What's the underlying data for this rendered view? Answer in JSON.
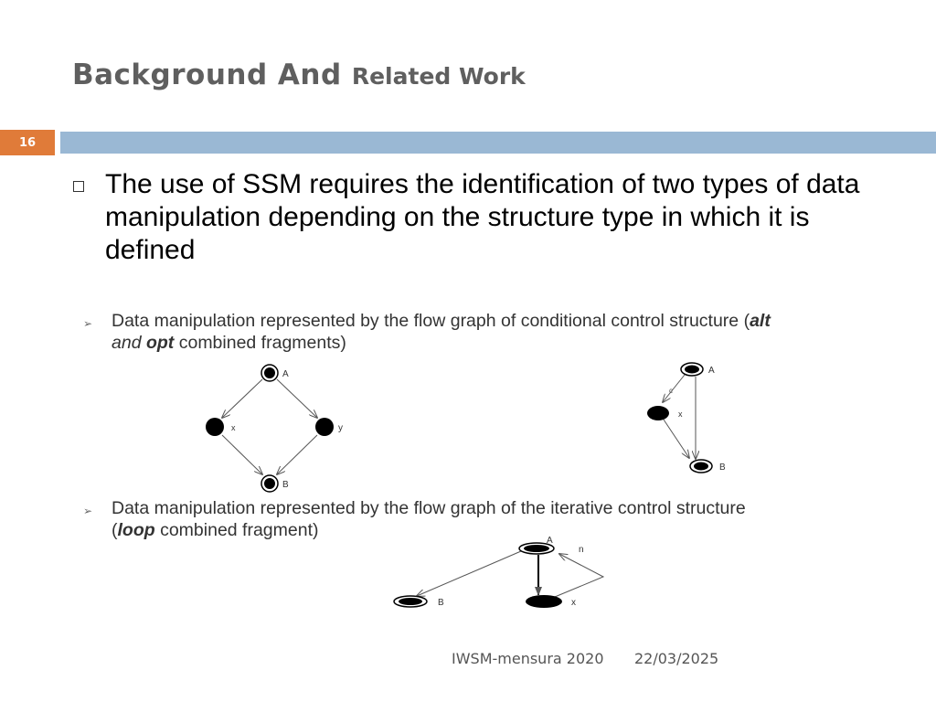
{
  "slide": {
    "title_part1": "Background And",
    "title_part2": "Related Work",
    "slide_number": "16"
  },
  "content": {
    "main_bullet": "The use of SSM requires the identification of two types of data manipulation depending on the structure type in which it is defined",
    "sub1": {
      "prefix": "Data manipulation represented by the flow graph of conditional control structure (",
      "alt": "alt",
      "and": "and",
      "opt": "opt",
      "suffix": "combined fragments)"
    },
    "sub2": {
      "prefix": "Data manipulation represented by the flow graph of the iterative control structure",
      "open": "(",
      "loop": "loop",
      "suffix": "combined fragment)"
    }
  },
  "diagrams": {
    "alt_graph": {
      "node_a": "A",
      "node_x": "x",
      "node_y": "y",
      "node_b": "B"
    },
    "opt_graph": {
      "node_a": "A",
      "node_x": "x",
      "node_b": "B",
      "edge_label": "c"
    },
    "loop_graph": {
      "node_a": "A",
      "node_b": "B",
      "node_x": "x",
      "edge_label": "n"
    }
  },
  "footer": {
    "conference": "IWSM-mensura 2020",
    "date": "22/03/2025"
  }
}
